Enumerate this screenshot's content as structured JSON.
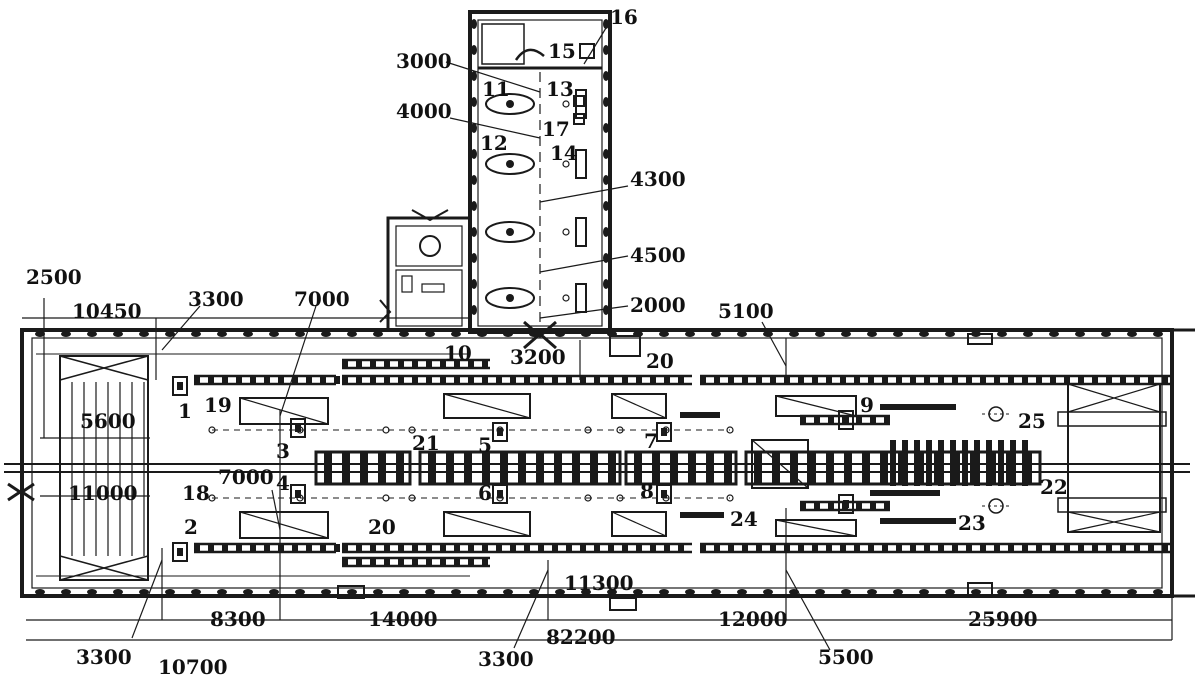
{
  "labels": {
    "top_dims": {
      "d2500": "2500",
      "d10450": "10450",
      "d3300a": "3300",
      "d7000a": "7000",
      "d5100": "5100",
      "d3200": "3200",
      "d3000": "3000",
      "d4000": "4000",
      "d4300": "4300",
      "d4500": "4500",
      "d2000": "2000"
    },
    "left_dims": {
      "d5600": "5600",
      "d11000": "11000",
      "d7000b": "7000"
    },
    "bottom_dims": {
      "d8300": "8300",
      "d14000": "14000",
      "d11300": "11300",
      "d82200": "82200",
      "d12000": "12000",
      "d25900": "25900",
      "d3300b": "3300",
      "d10700": "10700",
      "d3300c": "3300",
      "d5500": "5500"
    },
    "numbers": {
      "n1": "1",
      "n2": "2",
      "n3": "3",
      "n4": "4",
      "n5": "5",
      "n6": "6",
      "n7": "7",
      "n8": "8",
      "n9": "9",
      "n10": "10",
      "n11": "11",
      "n12": "12",
      "n13": "13",
      "n14": "14",
      "n15": "15",
      "n16": "16",
      "n17": "17",
      "n18": "18",
      "n19": "19",
      "n20a": "20",
      "n20b": "20",
      "n20c": "20",
      "n21": "21",
      "n22": "22",
      "n23": "23",
      "n24": "24",
      "n25": "25"
    }
  }
}
